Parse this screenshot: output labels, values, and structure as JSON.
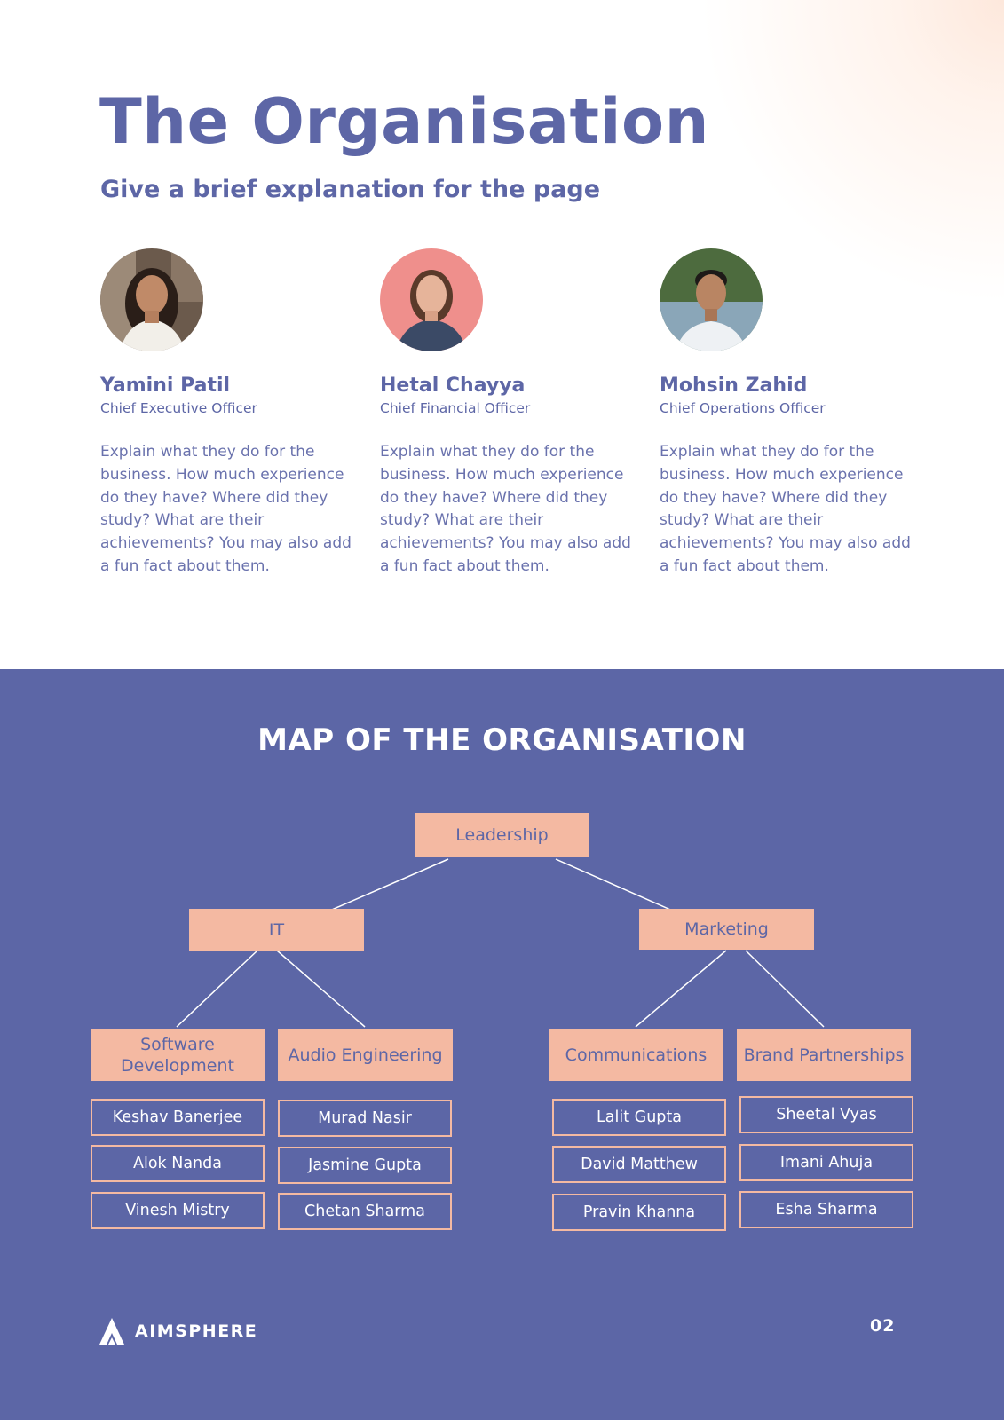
{
  "header": {
    "title": "The Organisation",
    "subtitle": "Give a brief explanation for the page"
  },
  "people": [
    {
      "name": "Yamini Patil",
      "role": "Chief Executive Officer",
      "description": "Explain what they do for the business. How much experience do they have? Where did they study? What are their achievements? You may also add a fun fact about them."
    },
    {
      "name": "Hetal Chayya",
      "role": "Chief Financial Officer",
      "description": "Explain what they do for the business. How much experience do they have? Where did they study? What are their achievements? You may also add a fun fact about them."
    },
    {
      "name": "Mohsin Zahid",
      "role": "Chief Operations Officer",
      "description": "Explain what they do for the business. How much experience do they have? Where did they study? What are their achievements? You may also add a fun fact about them."
    }
  ],
  "org_map": {
    "title": "MAP OF THE ORGANISATION",
    "root": "Leadership",
    "divisions": [
      "IT",
      "Marketing"
    ],
    "teams": [
      {
        "name": "Software Development",
        "members": [
          "Keshav Banerjee",
          "Alok Nanda",
          "Vinesh Mistry"
        ]
      },
      {
        "name": "Audio Engineering",
        "members": [
          "Murad Nasir",
          "Jasmine Gupta",
          "Chetan Sharma"
        ]
      },
      {
        "name": "Communications",
        "members": [
          "Lalit Gupta",
          "David Matthew",
          "Pravin Khanna"
        ]
      },
      {
        "name": "Brand Partnerships",
        "members": [
          "Sheetal Vyas",
          "Imani Ahuja",
          "Esha Sharma"
        ]
      }
    ]
  },
  "footer": {
    "brand": "AIMSPHERE",
    "page_number": "02"
  },
  "colors": {
    "primary": "#5c66a6",
    "accent": "#f4b9a2",
    "background": "#ffffff"
  },
  "icons": {
    "logo": "aimsphere-logo-icon"
  }
}
